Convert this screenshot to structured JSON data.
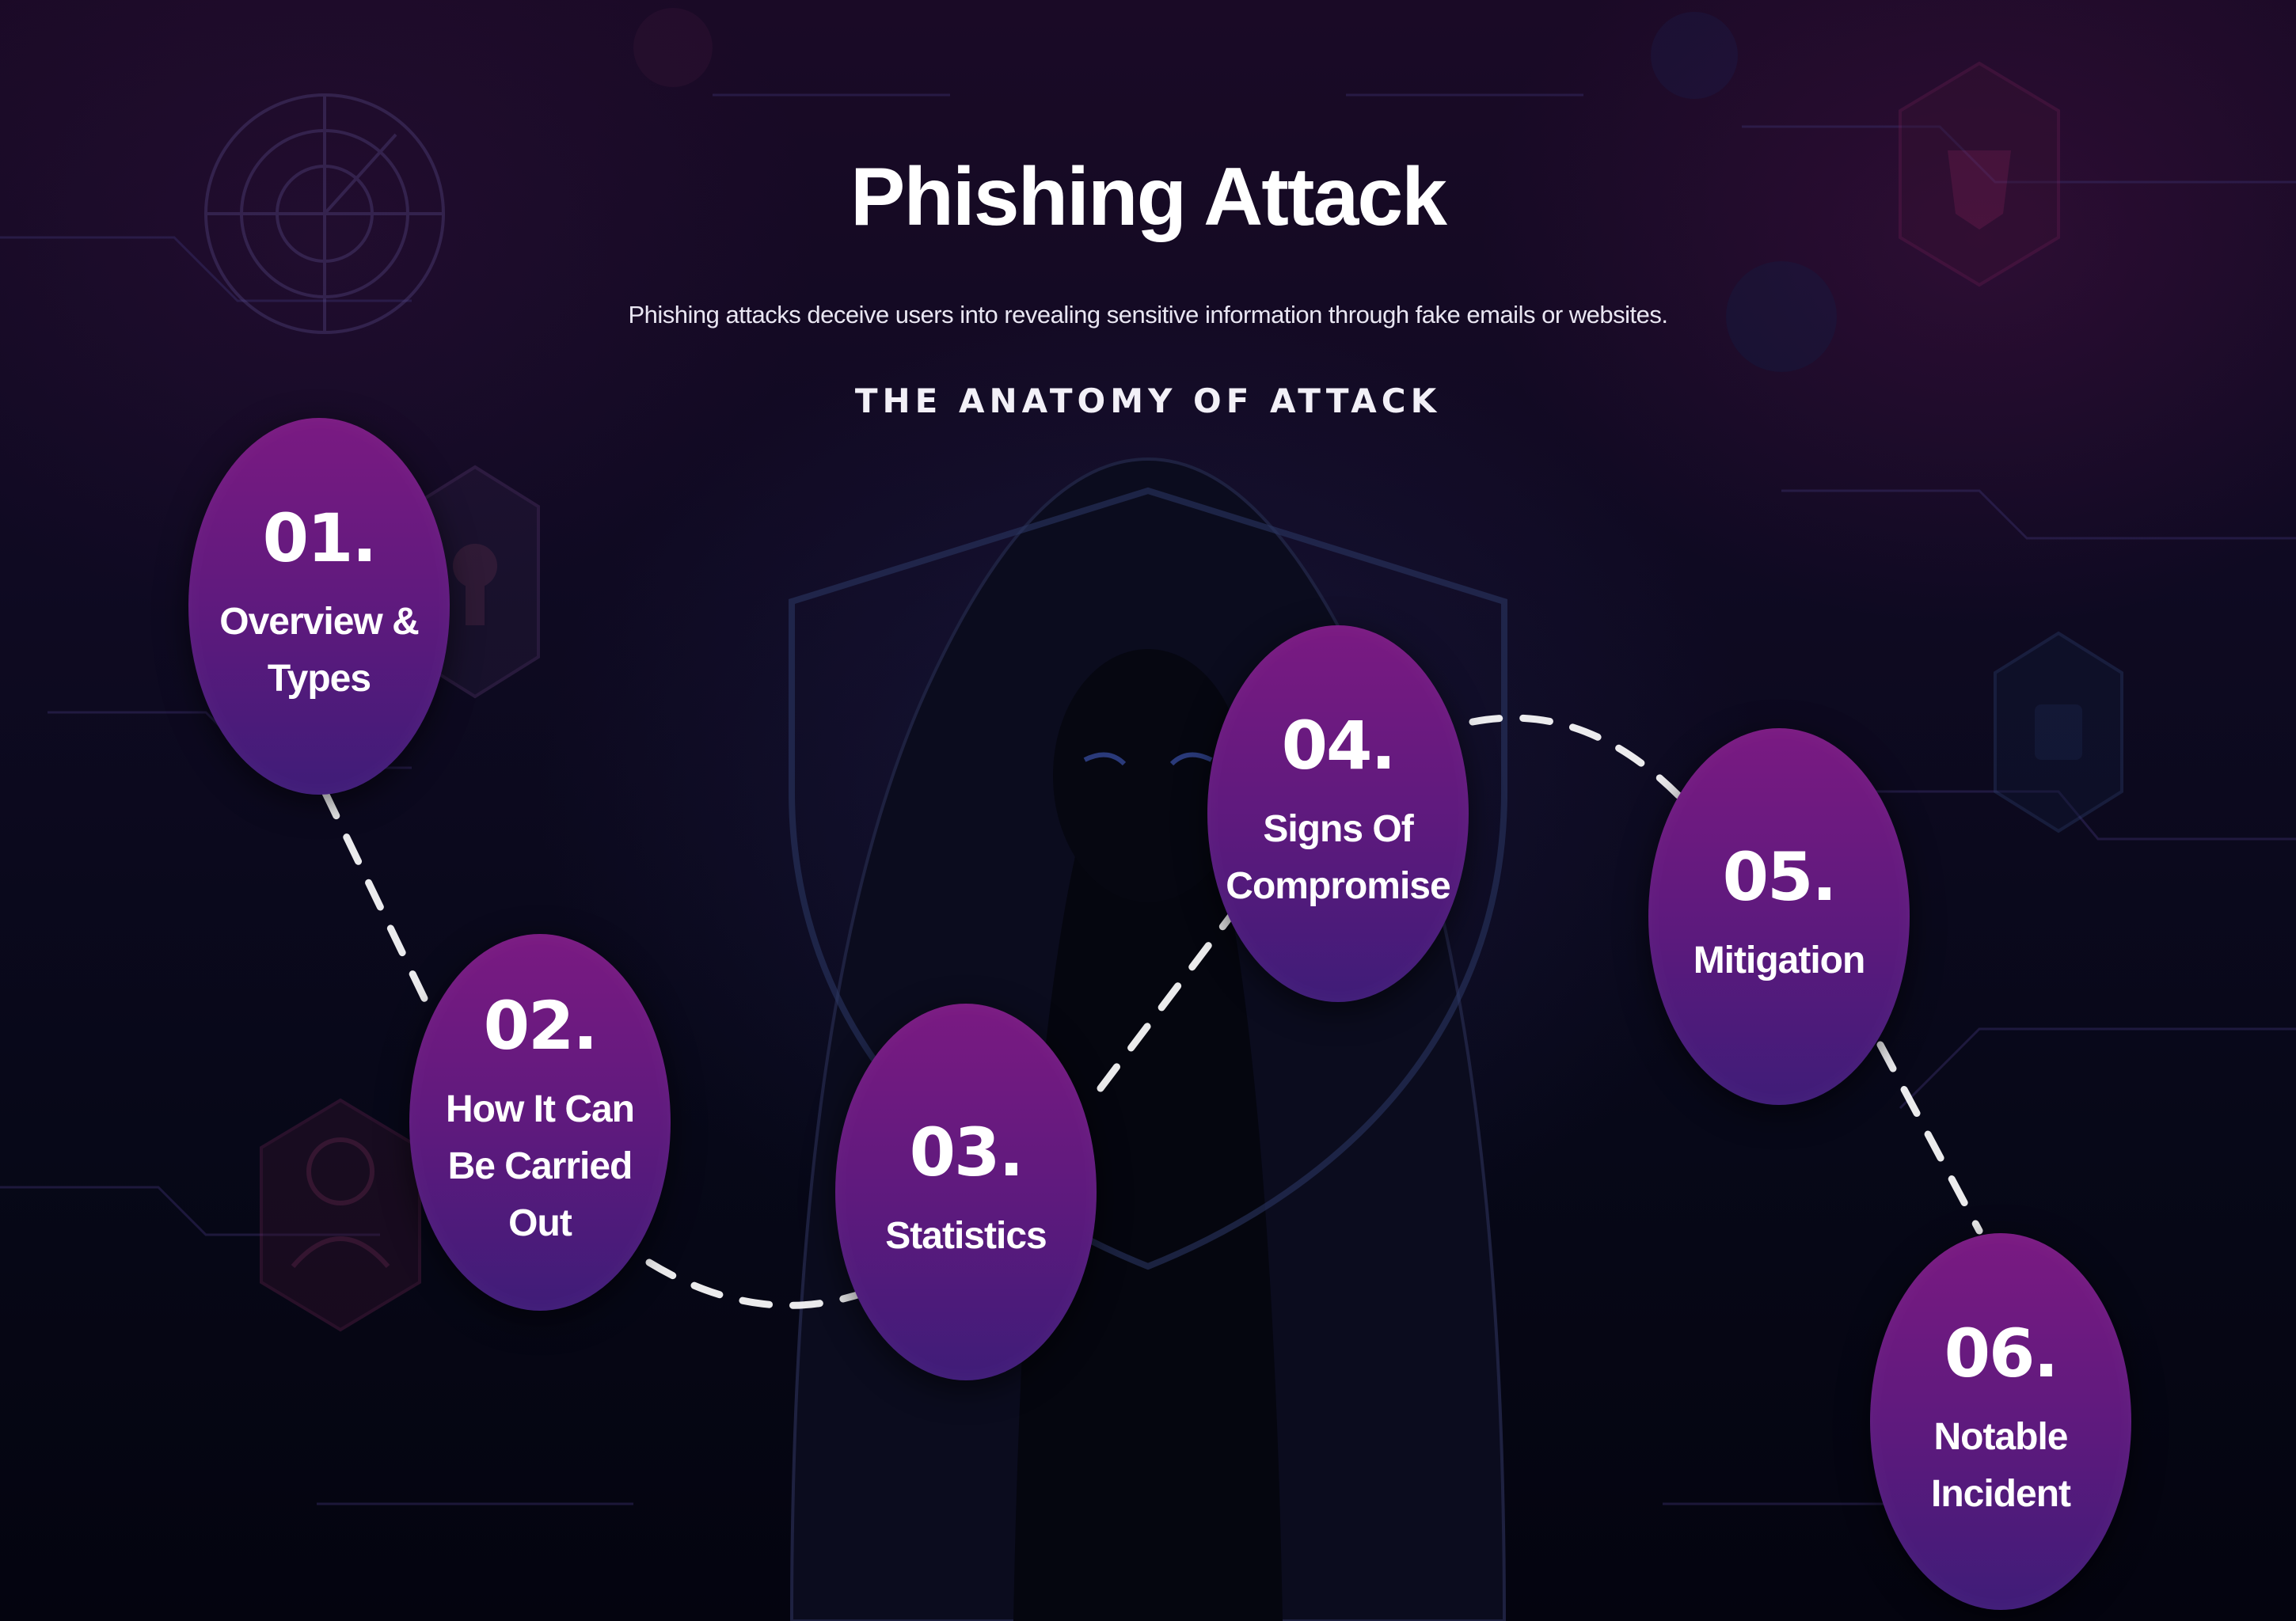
{
  "header": {
    "title": "Phishing Attack",
    "subtitle": "Phishing attacks deceive users into revealing sensitive information through fake emails or websites.",
    "section_heading": "THE ANATOMY OF ATTACK"
  },
  "steps": [
    {
      "number": "01.",
      "label": "Overview & Types"
    },
    {
      "number": "02.",
      "label": "How It Can Be Carried Out"
    },
    {
      "number": "03.",
      "label": "Statistics"
    },
    {
      "number": "04.",
      "label": "Signs Of Compromise"
    },
    {
      "number": "05.",
      "label": "Mitigation"
    },
    {
      "number": "06.",
      "label": "Notable Incident"
    }
  ],
  "colors": {
    "bubble_top": "#7a1a82",
    "bubble_bottom": "#3f1c78",
    "connector": "#ffffff",
    "background": "#07061a"
  },
  "background_icons": [
    "hooded-hacker-figure",
    "radar-icon",
    "shield-icon",
    "lock-icon",
    "user-icon",
    "padlock-icon"
  ]
}
